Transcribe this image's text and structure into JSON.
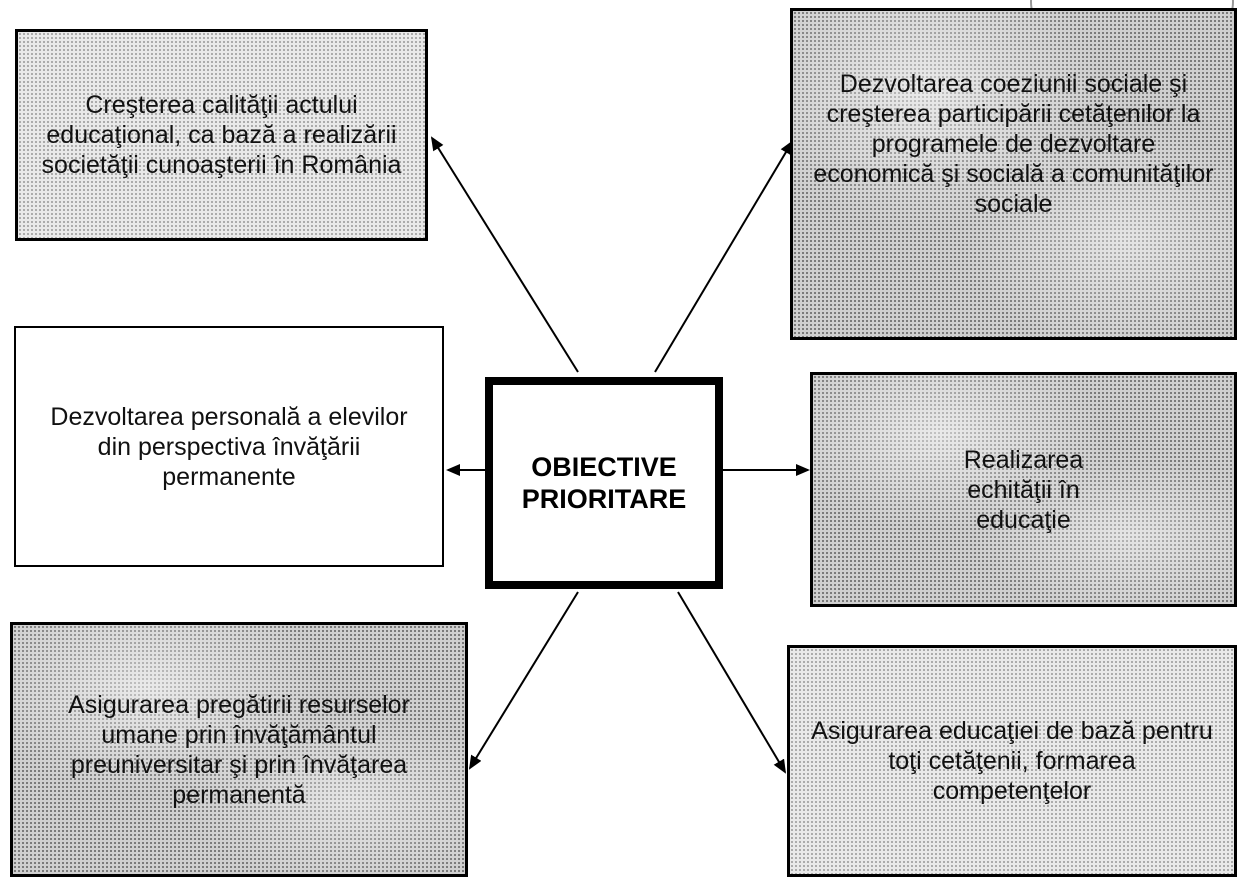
{
  "center": {
    "label": "OBIECTIVE PRIORITARE"
  },
  "boxes": {
    "top_left": "Creşterea calităţii actului educaţional, ca bază a realizării societăţii cunoaşterii în România",
    "middle_left": "Dezvoltarea personală a elevilor din perspectiva învăţării permanente",
    "bottom_left": "Asigurarea pregătirii resurselor umane prin învăţământul preuniversitar şi prin învăţarea permanentă",
    "top_right": "Dezvoltarea coeziunii sociale şi creşterea participării cetăţenilor la programele de dezvoltare economică şi socială a comunităţilor sociale",
    "middle_right": "Realizarea echităţii în educaţie",
    "bottom_right": "Asigurarea educaţiei de bază pentru toţi cetăţenii, formarea competenţelor"
  },
  "colors": {
    "border": "#000000",
    "light_fill": "#e9e9e9",
    "dark_fill": "#cfcfcf"
  }
}
